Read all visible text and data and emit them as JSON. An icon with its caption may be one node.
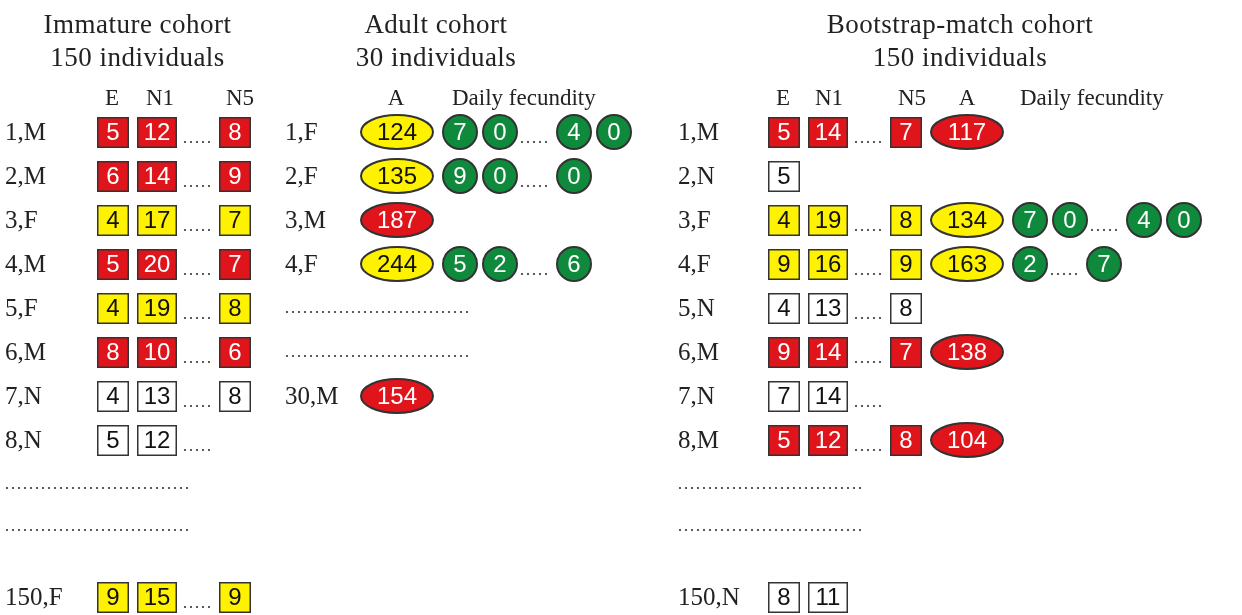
{
  "diagram": {
    "nodes": [
      {
        "text": [
          "5"
        ]
      },
      {
        "text": [
          "12"
        ]
      },
      {
        "text": [
          "8"
        ]
      },
      {
        "text": [
          "6"
        ]
      },
      {
        "text": [
          "14"
        ]
      },
      {
        "text": [
          "9"
        ]
      },
      {
        "text": [
          "4"
        ]
      },
      {
        "text": [
          "17"
        ]
      },
      {
        "text": [
          "7"
        ]
      },
      {
        "text": [
          "5"
        ]
      },
      {
        "text": [
          "20"
        ]
      },
      {
        "text": [
          "7"
        ]
      },
      {
        "text": [
          "4"
        ]
      },
      {
        "text": [
          "19"
        ]
      },
      {
        "text": [
          "8"
        ]
      },
      {
        "text": [
          "8"
        ]
      },
      {
        "text": [
          "10"
        ]
      },
      {
        "text": [
          "6"
        ]
      },
      {
        "text": [
          "4"
        ]
      },
      {
        "text": [
          "13"
        ]
      },
      {
        "text": [
          "8"
        ]
      },
      {
        "text": [
          "5"
        ]
      },
      {
        "text": [
          "12"
        ]
      },
      {
        "text": [
          "9"
        ]
      },
      {
        "text": [
          "15"
        ]
      },
      {
        "text": [
          "9"
        ]
      },
      {
        "text": [
          "124"
        ]
      },
      {
        "text": [
          "7"
        ]
      },
      {
        "text": [
          "0"
        ]
      },
      {
        "text": [
          "4"
        ]
      },
      {
        "text": [
          "0"
        ]
      },
      {
        "text": [
          "135"
        ]
      },
      {
        "text": [
          "9"
        ]
      },
      {
        "text": [
          "0"
        ]
      },
      {
        "text": [
          "0"
        ]
      },
      {
        "text": [
          "187"
        ]
      },
      {
        "text": [
          "244"
        ]
      },
      {
        "text": [
          "5"
        ]
      },
      {
        "text": [
          "2"
        ]
      },
      {
        "text": [
          "6"
        ]
      },
      {
        "text": [
          "154"
        ]
      },
      {
        "text": [
          "5"
        ]
      },
      {
        "text": [
          "14"
        ]
      },
      {
        "text": [
          "7"
        ]
      },
      {
        "text": [
          "117"
        ]
      },
      {
        "text": [
          "5"
        ]
      },
      {
        "text": [
          "4"
        ]
      },
      {
        "text": [
          "19"
        ]
      },
      {
        "text": [
          "8"
        ]
      },
      {
        "text": [
          "134"
        ]
      },
      {
        "text": [
          "7"
        ]
      },
      {
        "text": [
          "0"
        ]
      },
      {
        "text": [
          "4"
        ]
      },
      {
        "text": [
          "0"
        ]
      },
      {
        "text": [
          "9"
        ]
      },
      {
        "text": [
          "16"
        ]
      },
      {
        "text": [
          "9"
        ]
      },
      {
        "text": [
          "163"
        ]
      },
      {
        "text": [
          "2"
        ]
      },
      {
        "text": [
          "7"
        ]
      },
      {
        "text": [
          "4"
        ]
      },
      {
        "text": [
          "13"
        ]
      },
      {
        "text": [
          "8"
        ]
      },
      {
        "text": [
          "9"
        ]
      },
      {
        "text": [
          "14"
        ]
      },
      {
        "text": [
          "7"
        ]
      },
      {
        "text": [
          "138"
        ]
      },
      {
        "text": [
          "7"
        ]
      },
      {
        "text": [
          "14"
        ]
      },
      {
        "text": [
          "5"
        ]
      },
      {
        "text": [
          "12"
        ]
      },
      {
        "text": [
          "8"
        ]
      },
      {
        "text": [
          "104"
        ]
      },
      {
        "text": [
          "8"
        ]
      },
      {
        "text": [
          "11"
        ]
      }
    ],
    "labels": [
      "Immature cohort 150 individuals",
      "Adult cohort 30 individuals",
      "Bootstrap-match cohort 150 individuals",
      "E",
      "N1",
      "N5",
      "A",
      "Daily fecundity",
      "E",
      "N1",
      "N5",
      "A",
      "Daily fecundity",
      "1,M",
      "2,M",
      "3,F",
      "4,M",
      "5,F",
      "6,M",
      "7,N",
      "8,N",
      "150,F",
      "1,F",
      "2,F",
      "3,M",
      "4,F",
      "30,M",
      "1,M",
      "2,N",
      "3,F",
      "4,F",
      "5,N",
      "6,M",
      "7,N",
      "8,M",
      "150,N"
    ]
  }
}
